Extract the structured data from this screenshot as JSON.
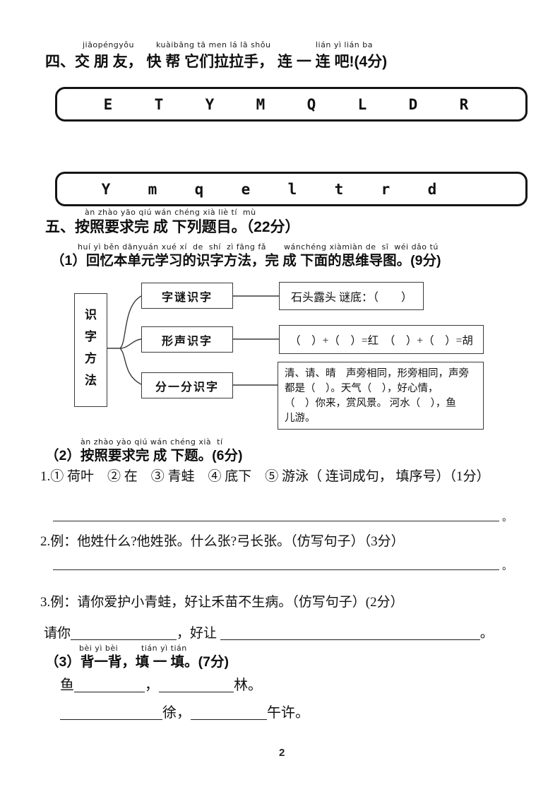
{
  "page": {
    "number": "2"
  },
  "section4": {
    "pinyin_a": "jiāopéngyǒu",
    "pinyin_b": "kuàibāng tā men lá lā shǒu",
    "pinyin_c": "lián yì lián ba",
    "title": "四、交 朋 友， 快 帮 它们拉拉手， 连 一 连 吧!(4分)",
    "uppercase_letters": [
      "E",
      "T",
      "Y",
      "M",
      "Q",
      "L",
      "D",
      "R"
    ],
    "lowercase_letters": [
      "Y",
      "m",
      "q",
      "e",
      "l",
      "t",
      "r",
      "d"
    ]
  },
  "section5": {
    "pinyin": "àn zhào yāo qiú wán chéng xià liè tí  mù",
    "title": "五、按照要求完 成 下列题目。（22分）",
    "q1": {
      "pinyin_a": "huí yì běn dānyuán xué xí  de  shí  zì fāng fǎ",
      "pinyin_b": "wánchéng xiàmiàn de  sī  wéi dǎo tú",
      "text": "（1）回忆本单元学习的识字方法，完 成 下面的思维导图。(9分)",
      "mindmap": {
        "root": "识字方法",
        "branch1": "字谜识字",
        "branch2": "形声识字",
        "branch3": "分一分识字",
        "leaf1": "石头露头 谜底：（　　）",
        "leaf2": "（　）+（　）=红　（　）+（　）=胡",
        "leaf3_lines": [
          "清、请、晴　声旁相同，形旁相同，声旁",
          "都是（　）。天气（　），好心情，",
          "（　）你来，赏风景。 河水（　），鱼",
          "儿游。"
        ]
      }
    },
    "q2": {
      "pinyin": "àn zhào yào qiú wán chéng xià  tí",
      "text": "（2）按照要求完 成 下题。(6分)",
      "item1": "1.① 荷叶　② 在　③ 青蛙　④ 底下　⑤ 游泳（ 连词成句， 填序号）（1分）",
      "item1_period": "。",
      "item2": "2.例：他姓什么?他姓张。什么张?弓长张。（仿写句子）（3分）",
      "item2_period": "。",
      "item3": "3.例：请你爱护小青蛙，好让禾苗不生病。（仿写句子）(2分）",
      "item3_prefix": "请你",
      "item3_mid": "，好让 ",
      "item3_period": "。"
    },
    "q3": {
      "pinyin_a": "bèi yì bèi",
      "pinyin_b": "tián yì tián",
      "text": "（3）背一背，填 一 填。(7分)",
      "fill1_prefix": "鱼",
      "fill1_mid": "，",
      "fill1_suffix": "林。",
      "fill2_mid": "徐，",
      "fill2_suffix": "午许。"
    }
  }
}
